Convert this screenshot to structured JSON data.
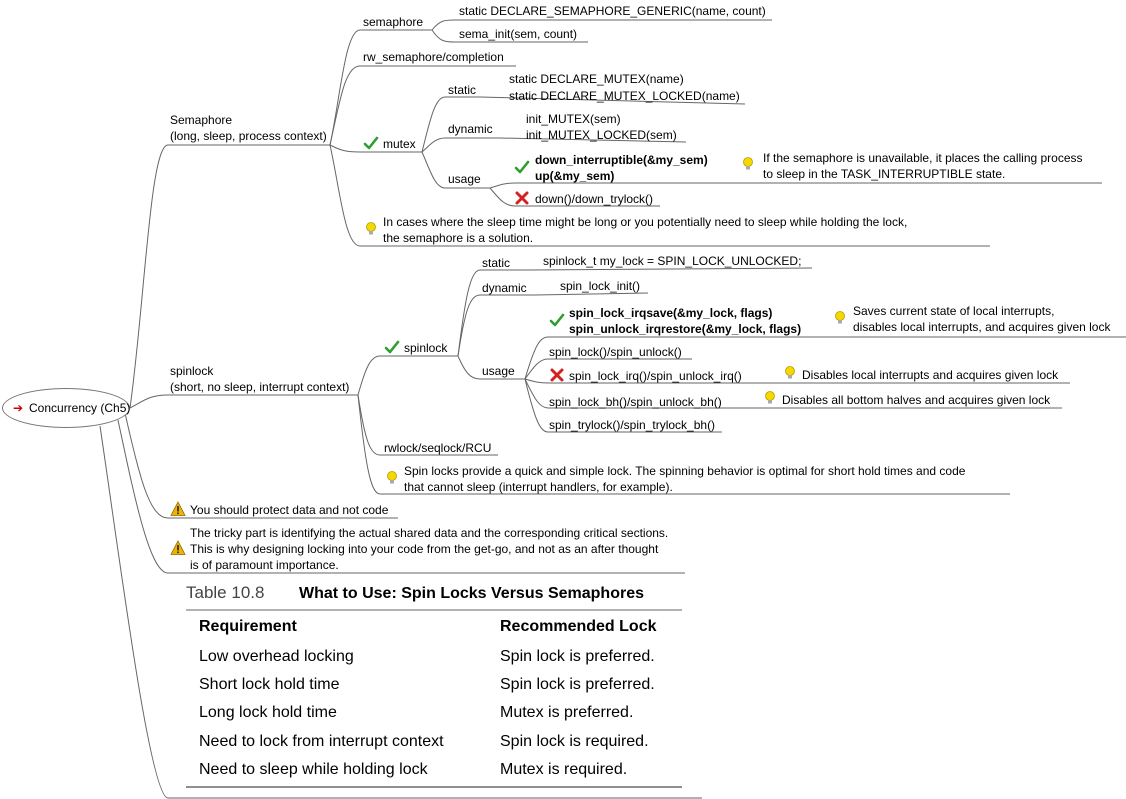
{
  "root": {
    "label": "Concurrency (Ch5)",
    "arrow": "➔"
  },
  "semaphore_branch": {
    "title_line1": "Semaphore",
    "title_line2": "(long, sleep, process context)",
    "semaphore": {
      "label": "semaphore",
      "items": [
        "static DECLARE_SEMAPHORE_GENERIC(name, count)",
        "sema_init(sem, count)"
      ]
    },
    "rw_completion": "rw_semaphore/completion",
    "mutex": {
      "label": "mutex",
      "static_label": "static",
      "static_line1": "static DECLARE_MUTEX(name)",
      "static_line2": "static DECLARE_MUTEX_LOCKED(name)",
      "dynamic_label": "dynamic",
      "dynamic_line1": "init_MUTEX(sem)",
      "dynamic_line2": "init_MUTEX_LOCKED(sem)",
      "usage_label": "usage",
      "usage_good_line1": "down_interruptible(&my_sem)",
      "usage_good_line2": "up(&my_sem)",
      "usage_note_line1": "If the  semaphore is unavailable, it places the calling process",
      "usage_note_line2": "to sleep in the TASK_INTERRUPTIBLE state.",
      "usage_bad": "down()/down_trylock()"
    },
    "note_line1": "In cases where  the sleep time might be long or you potentially need to sleep while holding the lock,",
    "note_line2": "the  semaphore is a solution."
  },
  "spinlock_branch": {
    "title_line1": "spinlock",
    "title_line2": "(short, no sleep, interrupt context)",
    "spinlock": {
      "label": "spinlock",
      "static_label": "static",
      "static_value": "spinlock_t my_lock = SPIN_LOCK_UNLOCKED;",
      "dynamic_label": "dynamic",
      "dynamic_value": "spin_lock_init()",
      "usage_label": "usage",
      "irqsave_line1": "spin_lock_irqsave(&my_lock, flags)",
      "irqsave_line2": "spin_unlock_irqrestore(&my_lock, flags)",
      "irqsave_note_line1": "Saves current state of local interrupts,",
      "irqsave_note_line2": "disables local interrupts, and acquires given lock",
      "plain": "spin_lock()/spin_unlock()",
      "irq": "spin_lock_irq()/spin_unlock_irq()",
      "irq_note": "Disables local interrupts and acquires given lock",
      "bh": "spin_lock_bh()/spin_unlock_bh()",
      "bh_note": "Disables all bottom halves and acquires given lock",
      "trylock": "spin_trylock()/spin_trylock_bh()"
    },
    "rwlock": "rwlock/seqlock/RCU",
    "note_line1": "Spin locks provide a quick and simple lock. The spinning behavior is optimal for short  hold times and code",
    "note_line2": "that cannot sleep (interrupt handlers, for example)."
  },
  "warning1": "You should protect data and not code",
  "warning2_line1": "The tricky part is identifying the actual shared data and the corresponding critical sections.",
  "warning2_line2": "This is why designing locking into your code from the  get-go, and not as an after thought",
  "warning2_line3": "is of paramount importance.",
  "table": {
    "caption_num": "Table 10.8",
    "caption_title": "What to Use: Spin Locks Versus Semaphores",
    "headers": [
      "Requirement",
      "Recommended Lock"
    ],
    "rows": [
      [
        "Low overhead locking",
        "Spin lock is preferred."
      ],
      [
        "Short lock hold time",
        "Spin lock is preferred."
      ],
      [
        "Long lock hold time",
        "Mutex is preferred."
      ],
      [
        "Need to lock from interrupt context",
        "Spin lock is required."
      ],
      [
        "Need to sleep while holding lock",
        "Mutex is required."
      ]
    ]
  },
  "colors": {
    "line": "#555555",
    "check": "#2e9e2e",
    "cross": "#d42020",
    "bulb": "#f5d800",
    "warning": "#f0b400",
    "arrow": "#cc0000"
  }
}
